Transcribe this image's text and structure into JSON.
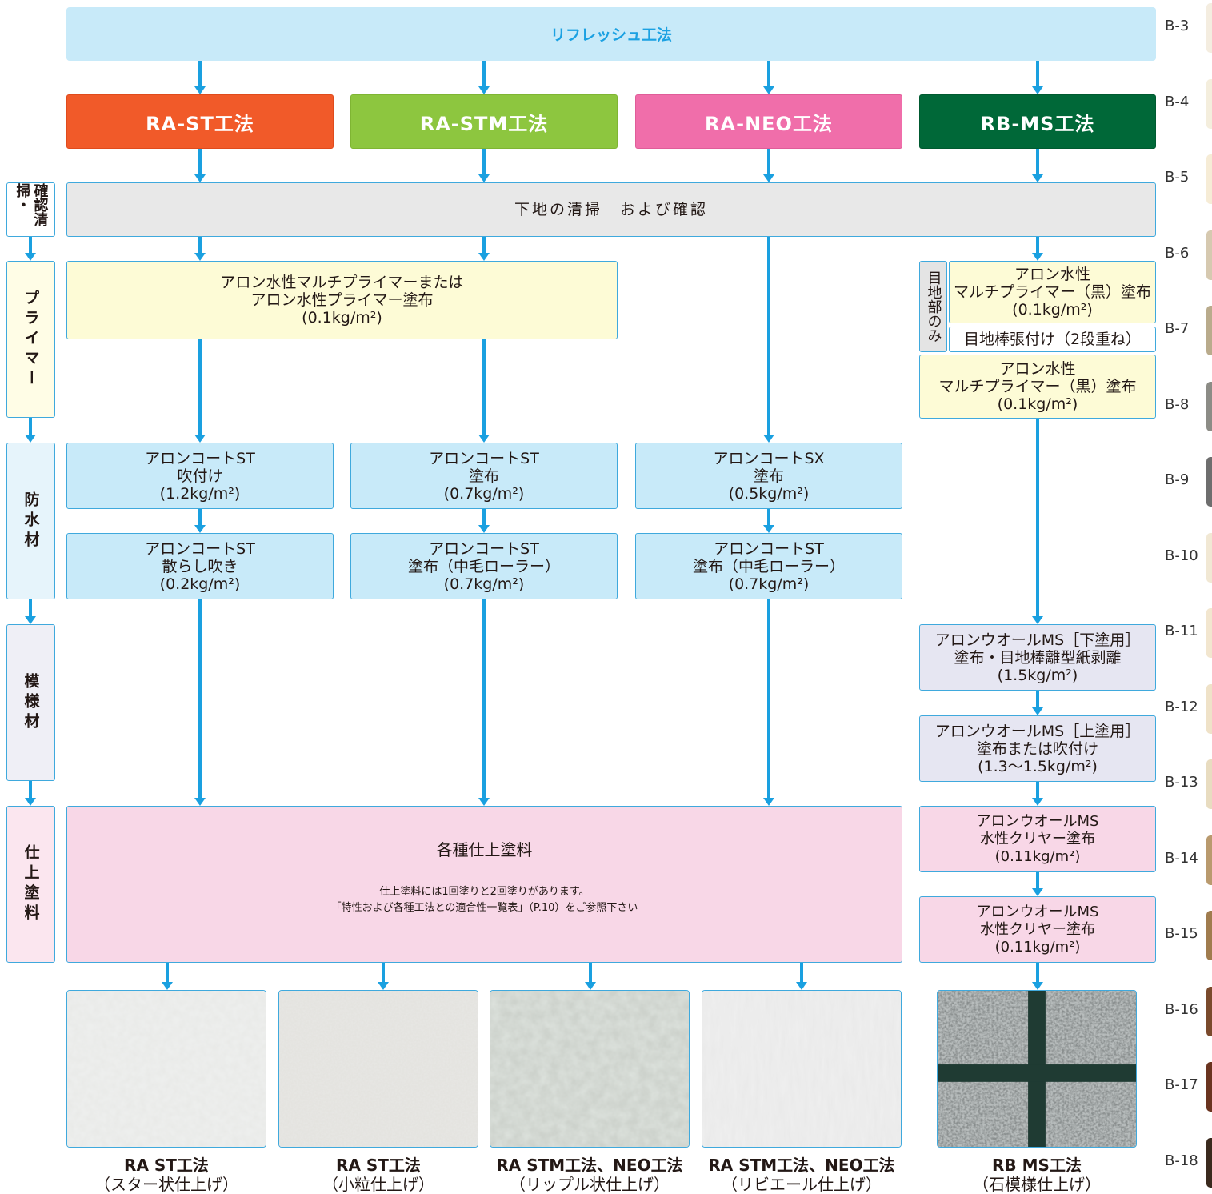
{
  "title": "リフレッシュ工法",
  "methods": [
    {
      "label": "RA-ST工法",
      "color": "#f15a29"
    },
    {
      "label": "RA-STM工法",
      "color": "#8dc63f"
    },
    {
      "label": "RA-NEO工法",
      "color": "#f06eaa"
    },
    {
      "label": "RB-MS工法",
      "color": "#006838"
    }
  ],
  "steps": {
    "cleaning": "確認清掃・",
    "primer": "プライマー",
    "waterproof": "防水材",
    "pattern": "模様材",
    "finish": "仕上塗料"
  },
  "cleaning_box": "下地の清掃　および確認",
  "primer_main": [
    "アロン水性マルチプライマーまたは",
    "アロン水性プライマー塗布",
    "(0.1kg/m²)"
  ],
  "joint_only_label": "目地部のみ",
  "rb_primer1": [
    "アロン水性",
    "マルチプライマー（黒）塗布",
    "(0.1kg/m²)"
  ],
  "rb_joint": "目地棒張付け（2段重ね）",
  "rb_primer2": [
    "アロン水性",
    "マルチプライマー（黒）塗布",
    "(0.1kg/m²)"
  ],
  "waterproof_boxes": [
    [
      "アロンコートST",
      "吹付け",
      "(1.2kg/m²)"
    ],
    [
      "アロンコートST",
      "塗布",
      "(0.7kg/m²)"
    ],
    [
      "アロンコートSX",
      "塗布",
      "(0.5kg/m²)"
    ]
  ],
  "waterproof_boxes2": [
    [
      "アロンコートST",
      "散らし吹き",
      "(0.2kg/m²)"
    ],
    [
      "アロンコートST",
      "塗布（中毛ローラー）",
      "(0.7kg/m²)"
    ],
    [
      "アロンコートST",
      "塗布（中毛ローラー）",
      "(0.7kg/m²)"
    ]
  ],
  "rb_pattern1": [
    "アロンウオールMS［下塗用］",
    "塗布・目地棒離型紙剥離",
    "(1.5kg/m²)"
  ],
  "rb_pattern2": [
    "アロンウオールMS［上塗用］",
    "塗布または吹付け",
    "(1.3〜1.5kg/m²)"
  ],
  "finish_title": "各種仕上塗料",
  "finish_notes": [
    "仕上塗料には1回塗りと2回塗りがあります。",
    "「特性および各種工法との適合性一覧表」（P.10）をご参照下さい"
  ],
  "rb_finish1": [
    "アロンウオールMS",
    "水性クリヤー塗布",
    "(0.11kg/m²)"
  ],
  "rb_finish2": [
    "アロンウオールMS",
    "水性クリヤー塗布",
    "(0.11kg/m²)"
  ],
  "captions": [
    {
      "main": "RA ST工法",
      "sub": "（スター状仕上げ）"
    },
    {
      "main": "RA ST工法",
      "sub": "（小粒仕上げ）"
    },
    {
      "main": "RA STM工法、NEO工法",
      "sub": "（リップル状仕上げ）"
    },
    {
      "main": "RA STM工法、NEO工法",
      "sub": "（リビエール仕上げ）"
    },
    {
      "main": "RB MS工法",
      "sub": "（石模様仕上げ）"
    }
  ],
  "page_labels": [
    "B-3",
    "B-4",
    "B-5",
    "B-6",
    "B-7",
    "B-8",
    "B-9",
    "B-10",
    "B-11",
    "B-12",
    "B-13",
    "B-14",
    "B-15",
    "B-16",
    "B-17",
    "B-18"
  ],
  "tab_colors": [
    "#f4ede0",
    "#f4eedd",
    "#f6ecd6",
    "#d6c9b0",
    "#b9ab8c",
    "#8c8c86",
    "#6e6e6e",
    "#f1e8d4",
    "#f2e6cf",
    "#efe2c8",
    "#e8dcc0",
    "#b99a6e",
    "#a07c4e",
    "#7a4a2c",
    "#6a3420",
    "#3a2a1e"
  ],
  "colors": {
    "title_bg": "#c8eaf9",
    "title_text": "#1ba1e2",
    "arrow": "#1aa0e0",
    "cleaning_bg": "#e8e8e8",
    "primer_bg": "#fdfbd6",
    "waterproof_bg": "#c8eaf9",
    "pattern_bg": "#e6e6f2",
    "finish_bg": "#f8d7e7",
    "side_primer_bg": "#fffde6",
    "side_waterproof_bg": "#e6f4fb",
    "side_pattern_bg": "#efeff6",
    "side_finish_bg": "#fbe6ef"
  }
}
